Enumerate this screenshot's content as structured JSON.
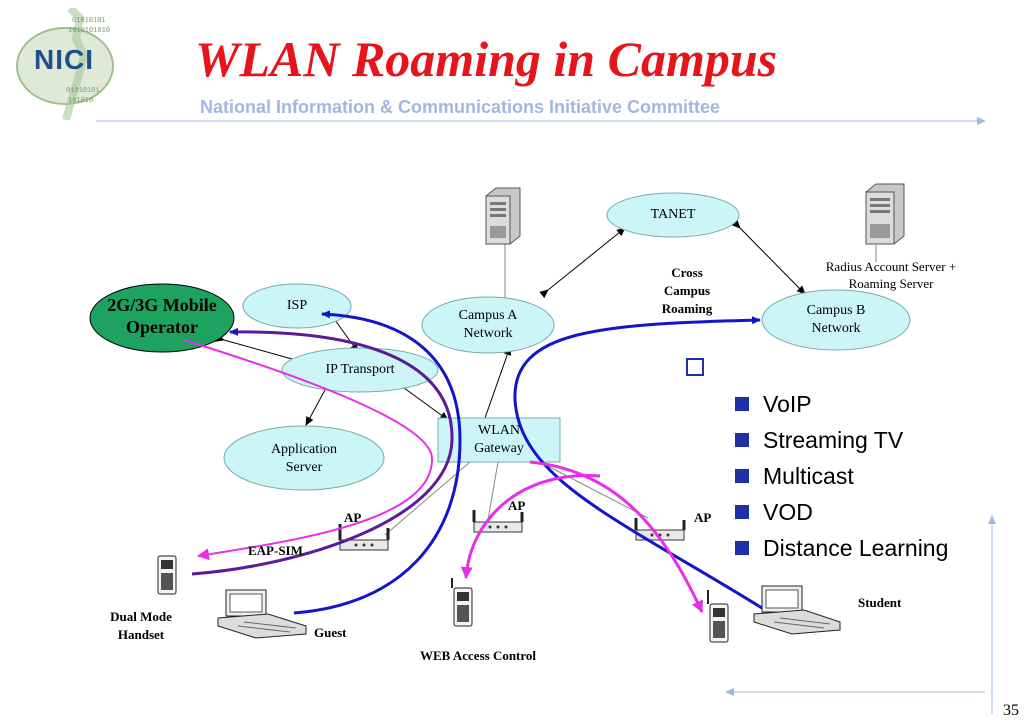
{
  "slide": {
    "title": "WLAN Roaming in Campus",
    "subtitle": "National Information & Communications Initiative Committee",
    "logo_text": "NICI",
    "page_number": "35"
  },
  "nodes": {
    "tanet": "TANET",
    "isp": "ISP",
    "campus_a": "Campus A Network",
    "campus_b": "Campus B Network",
    "ip_transport": "IP Transport",
    "application_server": "Application Server",
    "wlan_gateway": "WLAN Gateway",
    "mobile_operator": "2G/3G Mobile Operator"
  },
  "labels": {
    "cross_campus_roaming": "Cross Campus Roaming",
    "radius_server": "Radius Account Server + Roaming Server",
    "ap_left": "AP",
    "ap_middle": "AP",
    "ap_right": "AP",
    "eap_sim": "EAP-SIM",
    "dual_mode_handset": "Dual Mode Handset",
    "guest": "Guest",
    "web_access_control": "WEB Access Control",
    "student": "Student"
  },
  "services": [
    "VoIP",
    "Streaming TV",
    "Multicast",
    "VOD",
    "Distance Learning"
  ],
  "colors": {
    "title": "#e8141b",
    "subtitle": "#9fb8e3",
    "cloud_fill": "#ccf5f7",
    "mobile_fill": "#1da35f",
    "blue_path": "#1414c8",
    "purple_path": "#5a1a9a",
    "magenta_path": "#e82ee8",
    "bullet": "#1f2fa8"
  }
}
